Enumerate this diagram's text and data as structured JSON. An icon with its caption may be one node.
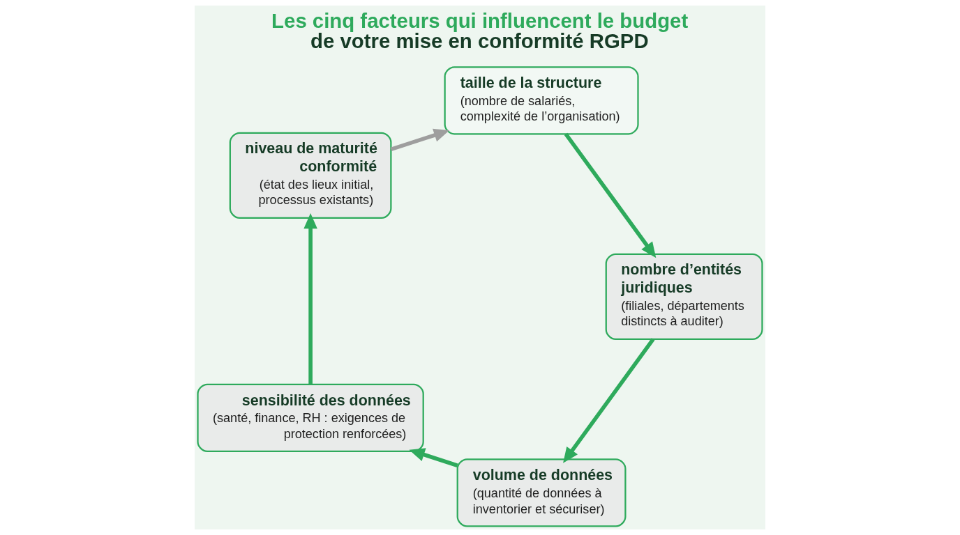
{
  "diagram": {
    "title": "Les cinq facteurs qui influencent le budget de votre mise en conformité RGPD",
    "nodes": [
      {
        "text": [
          "taille de la structure",
          "(nombre de salariés, complexité de l’organisation)"
        ]
      },
      {
        "text": [
          "nombre d’entités juridiques",
          "(filiales, départements distincts à auditer)"
        ]
      },
      {
        "text": [
          "volume de données",
          "(quantité de données à inventorier et sécuriser)"
        ]
      },
      {
        "text": [
          "sensibilité des données",
          "(santé, finance, RH : exigences de protection renforcées)"
        ]
      },
      {
        "text": [
          "niveau de maturité conformité",
          "(état des lieux initial, processus existants)"
        ]
      }
    ],
    "edges": [
      {
        "from": 0,
        "to": 1,
        "arrow": "to"
      },
      {
        "from": 1,
        "to": 2,
        "arrow": "to"
      },
      {
        "from": 2,
        "to": 3,
        "arrow": "to"
      },
      {
        "from": 3,
        "to": 4,
        "arrow": "to"
      },
      {
        "from": 4,
        "to": 0,
        "arrow": "to",
        "color": "#9e9e9e"
      }
    ]
  }
}
